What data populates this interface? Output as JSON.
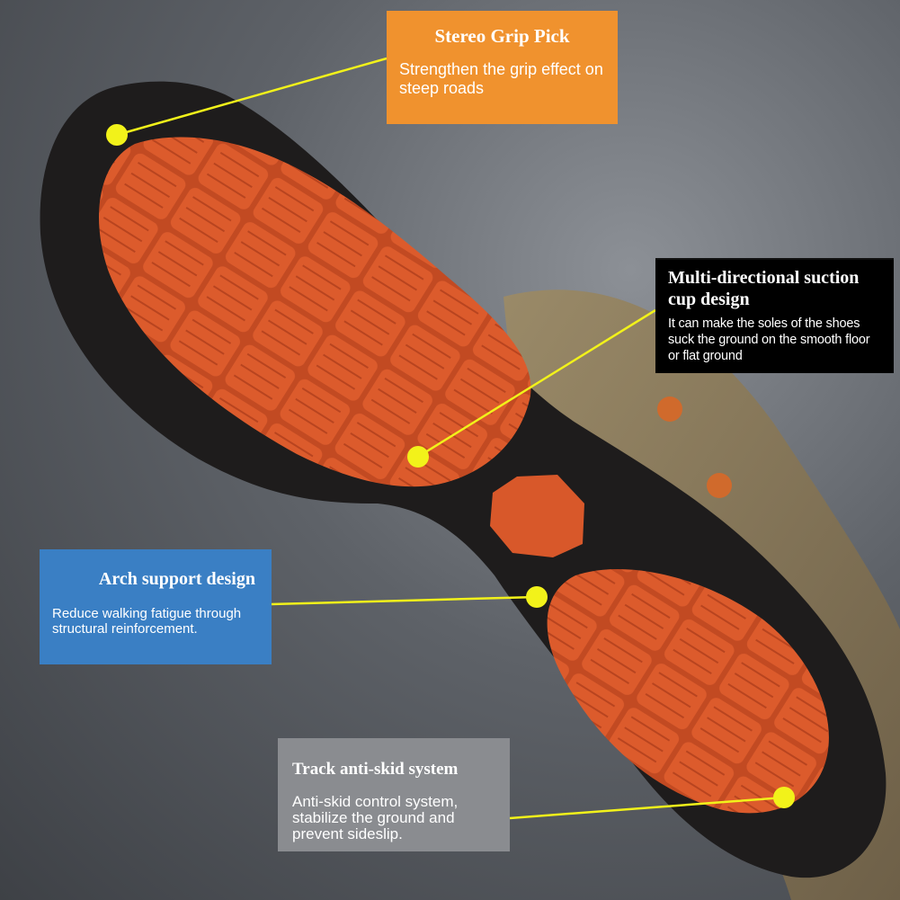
{
  "callouts": [
    {
      "title": "Stereo Grip Pick",
      "desc": "Strengthen the grip effect on steep roads",
      "color": "#f0922e"
    },
    {
      "title": "Multi-directional suction cup design",
      "desc": "It can make the soles of the shoes suck the ground on the smooth floor or flat ground",
      "color": "#000000"
    },
    {
      "title": "Arch support design",
      "desc": "Reduce walking fatigue through structural reinforcement.",
      "color": "#3a7fc4"
    },
    {
      "title": "Track anti-skid system",
      "desc": "Anti-skid control system, stabilize the ground and prevent sideslip.",
      "color": "#8a8c90"
    }
  ],
  "colors": {
    "sole_rubber": "#1e1c1c",
    "tread_orange": "#d8582a",
    "leather_tan": "#8a7a5c",
    "pointer": "#f2f21a"
  }
}
